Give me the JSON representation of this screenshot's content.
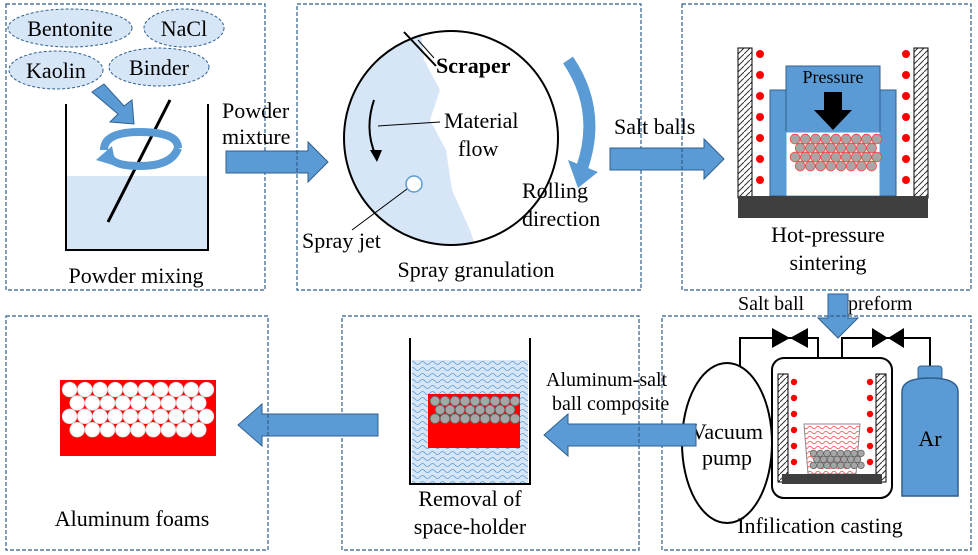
{
  "colors": {
    "panel_border": "#2f5f8f",
    "arrow": "#5b9bd5",
    "light_fill": "#d6e6f7",
    "red": "#ff0000",
    "ball": "#a6a6a6",
    "dark": "#3f3f3f"
  },
  "panel1": {
    "ingredients": [
      "Bentonite",
      "NaCl",
      "Kaolin",
      "Binder"
    ],
    "caption": "Powder mixing"
  },
  "arrow1": {
    "line1": "Powder",
    "line2": "mixture"
  },
  "panel2": {
    "scraper": "Scraper",
    "flow_line1": "Material",
    "flow_line2": "flow",
    "rolling_line1": "Rolling",
    "rolling_line2": "direction",
    "spray_jet": "Spray jet",
    "caption": "Spray granulation"
  },
  "arrow2": {
    "label": "Salt balls"
  },
  "panel3": {
    "pressure": "Pressure",
    "caption_line1": "Hot-pressure",
    "caption_line2": "sintering"
  },
  "arrow3": {
    "label_left": "Salt ball",
    "label_right": "preform"
  },
  "panel4": {
    "vacuum_line1": "Vacuum",
    "vacuum_line2": "pump",
    "gas": "Ar",
    "caption": "Infilication casting"
  },
  "arrow4": {
    "line1": "Aluminum-salt",
    "line2": "ball composite"
  },
  "panel5": {
    "caption_line1": "Removal of",
    "caption_line2": "space-holder"
  },
  "panel6": {
    "caption": "Aluminum foams"
  }
}
